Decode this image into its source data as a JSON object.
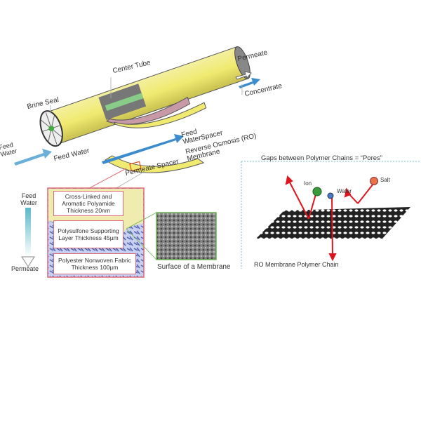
{
  "module": {
    "permeate": "Permeate",
    "center_tube": "Center Tube",
    "brine_seal": "Brine Seal",
    "concentrate": "Concentrate",
    "feed_water_spacer": "Feed WaterSpacer",
    "feed_water_left": "Feed Water",
    "ro_membrane": "Reverse Osmosis (RO) Membrane",
    "feed_water_bottom": "Feed Water",
    "permeate_spacer": "Permeate Spacer"
  },
  "cross_section": {
    "feed_water": "Feed Water",
    "permeate": "Permeate",
    "layer1": "Cross-Linked and Aromatic Polyamide Thickness 20nm",
    "layer2": "Polysulfone Supporting Layer Thickness 45µm",
    "layer3": "Polyester Nonwoven Fabric Thickness 100µm",
    "surface": "Surface of a Membrane"
  },
  "pores": {
    "title": "Gaps between Polymer Chains = “Pores”",
    "ion": "Ion",
    "water": "Water",
    "salt": "Salt",
    "chain": "RO Membrane Polymer Chain",
    "colors": {
      "ion": "#3a9a3a",
      "water": "#4a78c8",
      "salt": "#e8704a",
      "arrow": "#e0141e"
    }
  }
}
